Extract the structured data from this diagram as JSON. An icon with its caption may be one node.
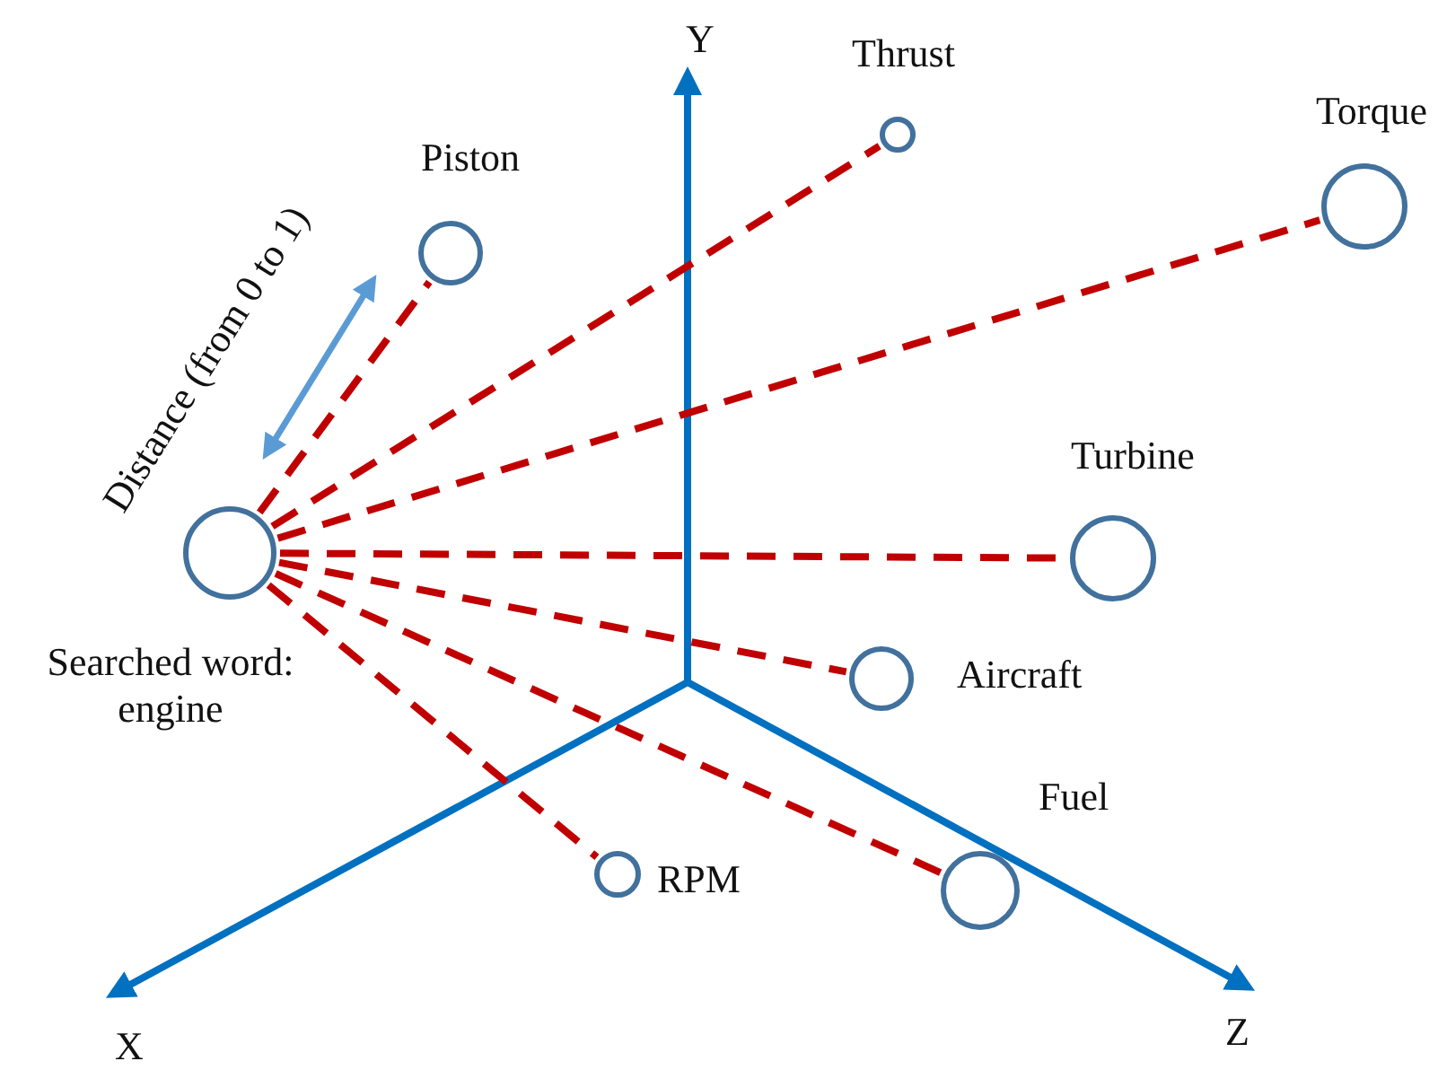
{
  "diagram": {
    "nodes": [
      {
        "text": [
          "Piston"
        ]
      },
      {
        "text": [
          "Thrust"
        ]
      },
      {
        "text": [
          "Torque"
        ]
      },
      {
        "text": [
          "Searched word: engine"
        ]
      },
      {
        "text": [
          "Turbine"
        ]
      },
      {
        "text": [
          "Aircraft"
        ]
      },
      {
        "text": [
          "RPM"
        ]
      },
      {
        "text": [
          "Fuel"
        ]
      }
    ],
    "edges": [
      {
        "from": 3,
        "to": 0,
        "arrow": "none",
        "style": "dashed"
      },
      {
        "from": 3,
        "to": 1,
        "arrow": "none",
        "style": "dashed"
      },
      {
        "from": 3,
        "to": 2,
        "arrow": "none",
        "style": "dashed"
      },
      {
        "from": 3,
        "to": 4,
        "arrow": "none",
        "style": "dashed"
      },
      {
        "from": 3,
        "to": 5,
        "arrow": "none",
        "style": "dashed"
      },
      {
        "from": 3,
        "to": 6,
        "arrow": "none",
        "style": "dashed"
      },
      {
        "from": 3,
        "to": 7,
        "arrow": "none",
        "style": "dashed"
      }
    ],
    "labels": [
      "Y",
      "Distance (from 0 to 1)",
      "X",
      "Z"
    ]
  }
}
